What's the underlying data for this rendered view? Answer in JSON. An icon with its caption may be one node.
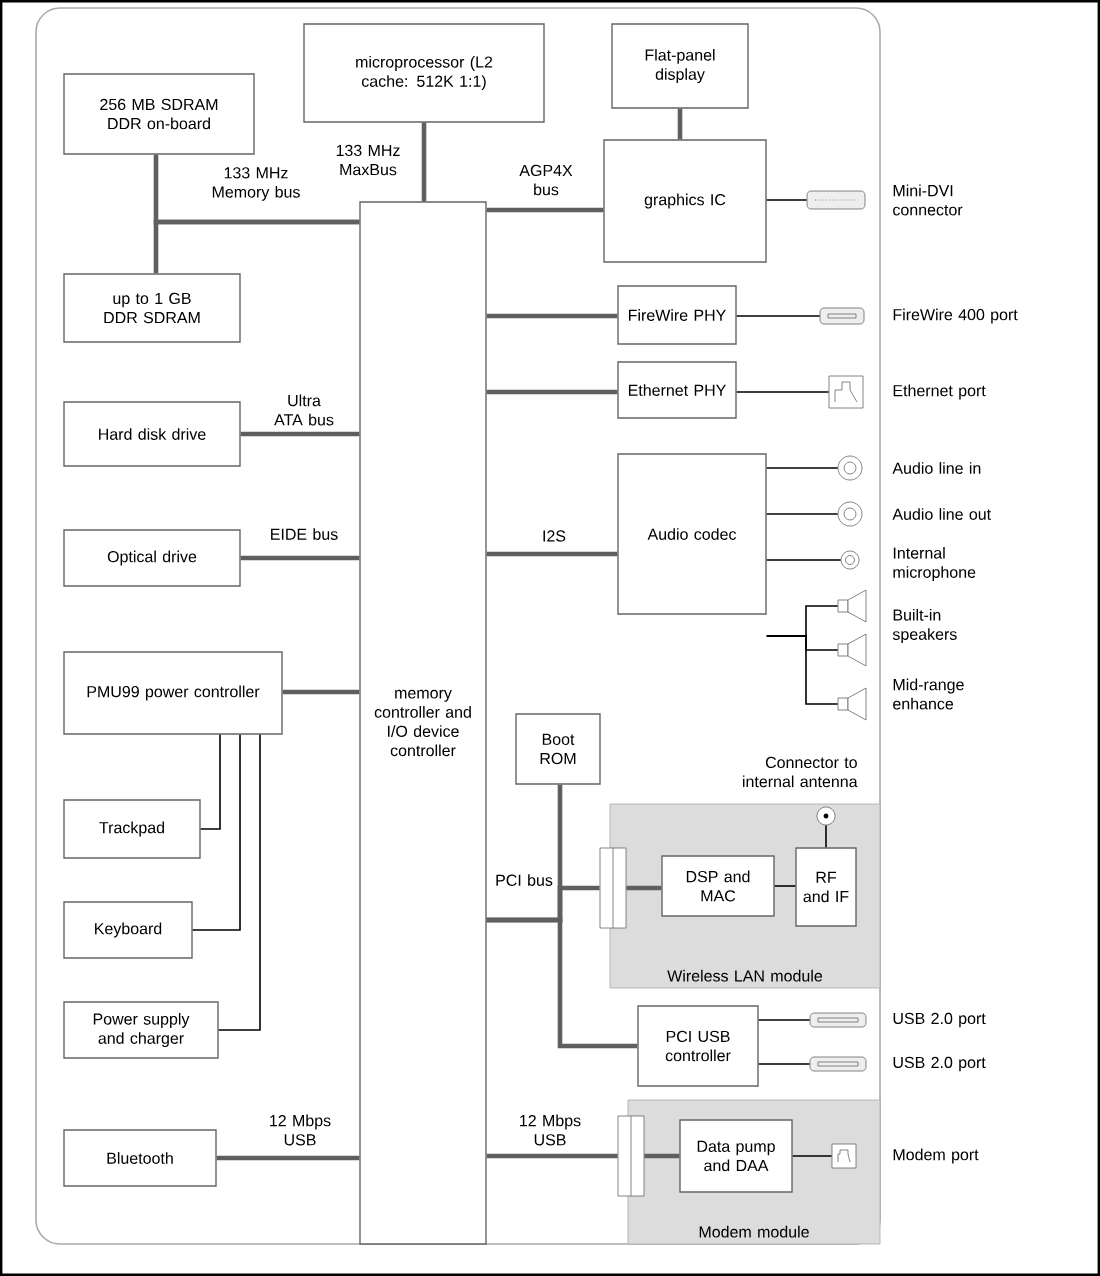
{
  "diagram": {
    "nodes": [
      {
        "text": [
          "256 MB SDRAM DDR on-board"
        ]
      },
      {
        "text": [
          "microprocessor (L2 cache: 512K 1:1)"
        ]
      },
      {
        "text": [
          "Flat-panel display"
        ]
      },
      {
        "text": [
          "up to 1 GB DDR SDRAM"
        ]
      },
      {
        "text": [
          "memory controller and I/O device controller"
        ]
      },
      {
        "text": [
          "graphics IC"
        ]
      },
      {
        "text": [],
        "shape": "connector",
        "beside": [
          "Mini-DVI connector"
        ]
      },
      {
        "text": [
          "FireWire PHY"
        ]
      },
      {
        "text": [],
        "shape": "port",
        "beside": [
          "FireWire 400 port"
        ]
      },
      {
        "text": [
          "Hard disk drive"
        ]
      },
      {
        "text": [
          "Ethernet PHY"
        ]
      },
      {
        "text": [],
        "shape": "socket",
        "beside": [
          "Ethernet port"
        ]
      },
      {
        "text": [
          "Audio codec"
        ]
      },
      {
        "text": [],
        "shape": "jack",
        "beside": [
          "Audio line in"
        ]
      },
      {
        "text": [],
        "shape": "jack",
        "beside": [
          "Audio line out"
        ]
      },
      {
        "text": [],
        "shape": "jack",
        "beside": [
          "Internal microphone"
        ]
      },
      {
        "text": [],
        "shape": "speaker",
        "beside": [
          "Built-in speakers"
        ]
      },
      {
        "text": [],
        "shape": "speaker"
      },
      {
        "text": [],
        "shape": "speaker",
        "beside": [
          "Mid-range enhance"
        ]
      },
      {
        "text": [
          "Optical drive"
        ]
      },
      {
        "text": [
          "PMU99 power controller"
        ]
      },
      {
        "text": [
          "Boot ROM"
        ]
      },
      {
        "text": [
          "Wireless LAN module"
        ]
      },
      {
        "text": [],
        "shape": "circle",
        "in": 22,
        "beside": [
          "Connector to internal antenna"
        ]
      },
      {
        "text": [],
        "shape": "bar"
      },
      {
        "text": [
          "DSP and MAC"
        ],
        "in": 22
      },
      {
        "text": [
          "RF and IF"
        ],
        "in": 22
      },
      {
        "text": [
          "Trackpad"
        ]
      },
      {
        "text": [
          "Keyboard"
        ]
      },
      {
        "text": [
          "Power supply and charger"
        ]
      },
      {
        "text": [
          "PCI USB controller"
        ]
      },
      {
        "text": [],
        "shape": "port",
        "beside": [
          "USB 2.0 port"
        ]
      },
      {
        "text": [],
        "shape": "port",
        "beside": [
          "USB 2.0 port"
        ]
      },
      {
        "text": [
          "Bluetooth"
        ]
      },
      {
        "text": [
          "Modem module"
        ]
      },
      {
        "text": [],
        "shape": "bar"
      },
      {
        "text": [
          "Data pump and DAA"
        ],
        "in": 34
      },
      {
        "text": [],
        "shape": "socket",
        "in": 34,
        "beside": [
          "Modem port"
        ]
      }
    ],
    "edges": [
      {
        "from": 0,
        "to": 4,
        "arrow": "none",
        "label": "133 MHz Memory bus"
      },
      {
        "from": 3,
        "to": 4,
        "arrow": "none"
      },
      {
        "from": 1,
        "to": 4,
        "arrow": "none",
        "label": "133 MHz MaxBus"
      },
      {
        "from": 2,
        "to": 5,
        "arrow": "none"
      },
      {
        "from": 4,
        "to": 5,
        "arrow": "none",
        "label": "AGP4X bus"
      },
      {
        "from": 5,
        "to": 6,
        "arrow": "none",
        "color": "#000000"
      },
      {
        "from": 4,
        "to": 7,
        "arrow": "none"
      },
      {
        "from": 7,
        "to": 8,
        "arrow": "none",
        "color": "#000000"
      },
      {
        "from": 4,
        "to": 10,
        "arrow": "none"
      },
      {
        "from": 10,
        "to": 11,
        "arrow": "none",
        "color": "#000000"
      },
      {
        "from": 9,
        "to": 4,
        "arrow": "none",
        "label": "Ultra ATA bus"
      },
      {
        "from": 19,
        "to": 4,
        "arrow": "none",
        "label": "EIDE bus"
      },
      {
        "from": 4,
        "to": 12,
        "arrow": "none",
        "label": "I2S"
      },
      {
        "from": 12,
        "to": 13,
        "arrow": "none",
        "color": "#000000"
      },
      {
        "from": 12,
        "to": 14,
        "arrow": "none",
        "color": "#000000"
      },
      {
        "from": 12,
        "to": 15,
        "arrow": "none",
        "color": "#000000"
      },
      {
        "from": 12,
        "to": 16,
        "arrow": "none",
        "color": "#000000"
      },
      {
        "from": 12,
        "to": 17,
        "arrow": "none",
        "color": "#000000"
      },
      {
        "from": 12,
        "to": 18,
        "arrow": "none",
        "color": "#000000"
      },
      {
        "from": 20,
        "to": 4,
        "arrow": "none"
      },
      {
        "from": 20,
        "to": 27,
        "arrow": "none",
        "color": "#000000"
      },
      {
        "from": 20,
        "to": 28,
        "arrow": "none",
        "color": "#000000"
      },
      {
        "from": 20,
        "to": 29,
        "arrow": "none",
        "color": "#000000"
      },
      {
        "from": 4,
        "to": 21,
        "arrow": "none",
        "label": "PCI bus"
      },
      {
        "from": 4,
        "to": 24,
        "arrow": "none"
      },
      {
        "from": 4,
        "to": 30,
        "arrow": "none"
      },
      {
        "from": 24,
        "to": 25,
        "arrow": "none"
      },
      {
        "from": 25,
        "to": 26,
        "arrow": "none",
        "color": "#000000"
      },
      {
        "from": 26,
        "to": 23,
        "arrow": "none",
        "color": "#000000"
      },
      {
        "from": 30,
        "to": 31,
        "arrow": "none",
        "color": "#000000"
      },
      {
        "from": 30,
        "to": 32,
        "arrow": "none",
        "color": "#000000"
      },
      {
        "from": 33,
        "to": 4,
        "arrow": "none",
        "label": "12 Mbps USB"
      },
      {
        "from": 4,
        "to": 35,
        "arrow": "none",
        "label": "12 Mbps USB"
      },
      {
        "from": 35,
        "to": 36,
        "arrow": "none"
      },
      {
        "from": 36,
        "to": 37,
        "arrow": "none",
        "color": "#000000"
      }
    ]
  }
}
